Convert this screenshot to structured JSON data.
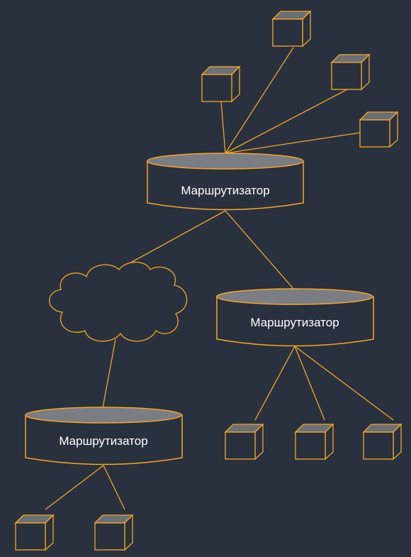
{
  "routers": [
    {
      "label": "Маршрутизатор"
    },
    {
      "label": "Маршрутизатор"
    },
    {
      "label": "Маршрутизатор"
    }
  ],
  "colors": {
    "background": "#29313e",
    "stroke": "#f5a623",
    "router_top": "#7a7d84",
    "box_top": "#6b6f76",
    "text": "#ffffff"
  }
}
